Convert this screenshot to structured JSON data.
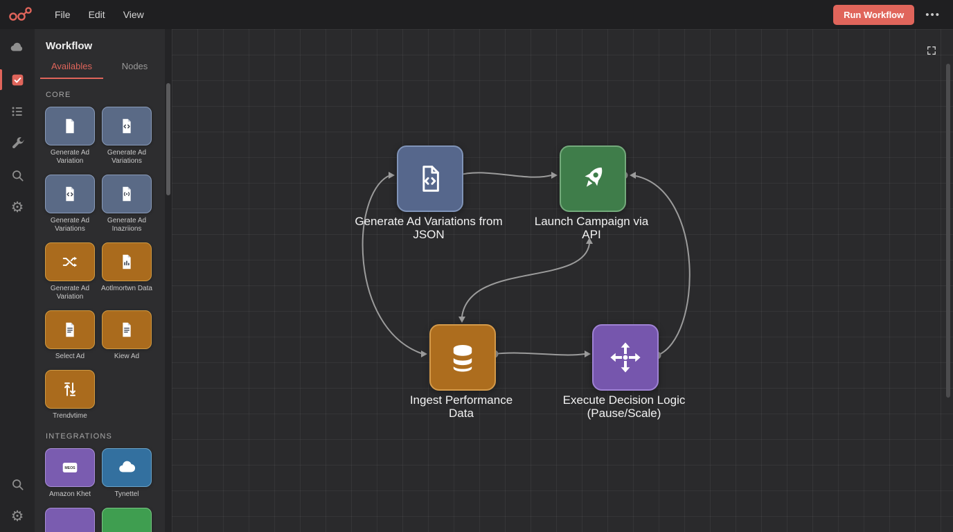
{
  "topbar": {
    "menu": [
      "File",
      "Edit",
      "View"
    ],
    "run_button": "Run Workflow",
    "more_icon": "•••"
  },
  "icons": {
    "gear": "⚙"
  },
  "colors": {
    "accent": "#e0655b",
    "node_blue": "#56678c",
    "node_green": "#3f7d4a",
    "node_orange": "#ad6d1e",
    "node_purple": "#7656ad",
    "edge": "#9c9c9c"
  },
  "panel": {
    "title": "Workflow",
    "tabs": [
      {
        "label": "Availables",
        "active": true
      },
      {
        "label": "Nodes",
        "active": false
      }
    ],
    "sections": [
      {
        "label": "CORE",
        "tiles": [
          {
            "label": "Generate Ad Variation",
            "icon": "document",
            "color": "blue"
          },
          {
            "label": "Generate Ad Variations",
            "icon": "document-code",
            "color": "blue"
          },
          {
            "label": "Generate Ad Variations",
            "icon": "document-code",
            "color": "blue"
          },
          {
            "label": "Generate Ad Inazriions",
            "icon": "document-binary",
            "color": "blue"
          },
          {
            "label": "Generate Ad Variation",
            "icon": "shuffle",
            "color": "orange"
          },
          {
            "label": "Aotlmortwn Data",
            "icon": "document-chart",
            "color": "orange"
          },
          {
            "label": "Select Ad",
            "icon": "document-lines",
            "color": "orange"
          },
          {
            "label": "Kiew Ad",
            "icon": "document-lines",
            "color": "orange"
          },
          {
            "label": "Trendvtime",
            "icon": "arrows-up-down",
            "color": "orange"
          }
        ]
      },
      {
        "label": "INTEGRATIONS",
        "tiles": [
          {
            "label": "Amazon Khet",
            "icon": "meos-badge",
            "icon_text": "MEOS",
            "color": "purple"
          },
          {
            "label": "Tynettel",
            "icon": "cloud",
            "color": "steel"
          },
          {
            "label": "",
            "icon": "",
            "color": "purple"
          },
          {
            "label": "",
            "icon": "",
            "color": "green"
          }
        ]
      }
    ]
  },
  "canvas": {
    "nodes": [
      {
        "id": "generate-ad-variations-from-json",
        "label": "Generate Ad Variations from JSON",
        "color": "#56678c",
        "icon": "document-code"
      },
      {
        "id": "launch-campaign-via-api",
        "label": "Launch Campaign via API",
        "color": "#3f7d4a",
        "icon": "rocket"
      },
      {
        "id": "ingest-performance-data",
        "label": "Ingest Performance Data",
        "color": "#ad6d1e",
        "icon": "database"
      },
      {
        "id": "execute-decision-logic",
        "label": "Execute Decision Logic (Pause/Scale)",
        "color": "#7656ad",
        "icon": "move-arrows"
      }
    ],
    "edges": [
      {
        "from": "generate-ad-variations-from-json",
        "to": "launch-campaign-via-api"
      },
      {
        "from": "ingest-performance-data",
        "to": "execute-decision-logic"
      },
      {
        "from": "execute-decision-logic",
        "to": "launch-campaign-via-api"
      },
      {
        "from": "launch-campaign-via-api",
        "to": "ingest-performance-data"
      },
      {
        "from": "ingest-performance-data",
        "to": "generate-ad-variations-from-json"
      }
    ]
  }
}
